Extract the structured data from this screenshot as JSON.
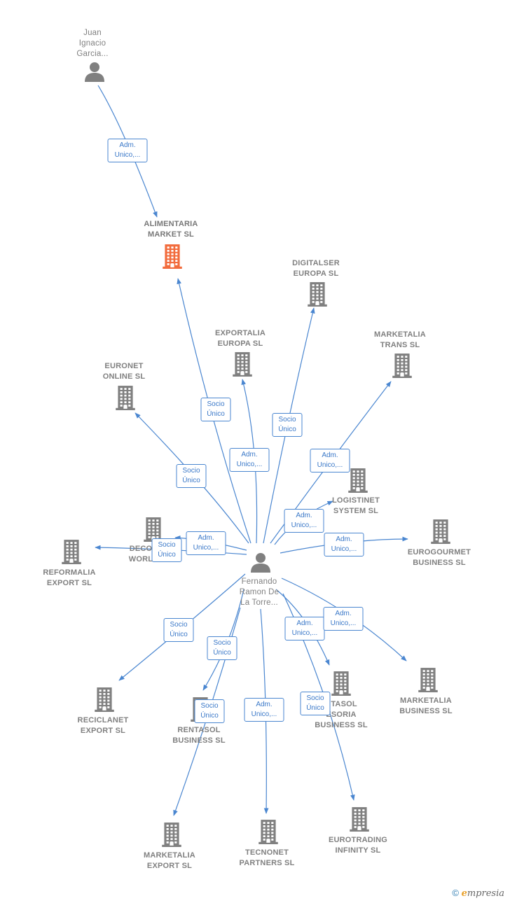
{
  "colors": {
    "edge": "#4a86d0",
    "company": "#808080",
    "highlight": "#f26c3d",
    "person": "#808080"
  },
  "nodes": {
    "juan": {
      "label": "Juan\nIgnacio\nGarcia...",
      "icon": "person-icon"
    },
    "fernando": {
      "label": "Fernando\nRamon De\nLa Torre...",
      "icon": "person-icon"
    },
    "alimentaria": {
      "label": "ALIMENTARIA\nMARKET  SL",
      "icon": "building-icon-highlight"
    },
    "digitalser": {
      "label": "DIGITALSER\nEUROPA  SL",
      "icon": "building-icon"
    },
    "exportalia": {
      "label": "EXPORTALIA\nEUROPA  SL",
      "icon": "building-icon"
    },
    "marketalia_trans": {
      "label": "MARKETALIA\nTRANS  SL",
      "icon": "building-icon"
    },
    "euronet": {
      "label": "EURONET\nONLINE  SL",
      "icon": "building-icon"
    },
    "logistinet": {
      "label": "LOGISTINET\nSYSTEM  SL",
      "icon": "building-icon"
    },
    "eurogourmet": {
      "label": "EUROGOURMET\nBUSINESS  SL",
      "icon": "building-icon"
    },
    "reformalia": {
      "label": "REFORMALIA\nEXPORT  SL",
      "icon": "building-icon"
    },
    "decoworld": {
      "label": "DECO\nWORL",
      "icon": "building-icon"
    },
    "reciclanet": {
      "label": "RECICLANET\nEXPORT  SL",
      "icon": "building-icon"
    },
    "rentasol_business": {
      "label": "RENTASOL\nBUSINESS  SL",
      "icon": "building-icon"
    },
    "rentasol_asesoria": {
      "label": "NTASOL\nESORIA\nBUSINESS  SL",
      "icon": "building-icon"
    },
    "marketalia_business": {
      "label": "MARKETALIA\nBUSINESS  SL",
      "icon": "building-icon"
    },
    "marketalia_export": {
      "label": "MARKETALIA\nEXPORT  SL",
      "icon": "building-icon"
    },
    "tecnonet": {
      "label": "TECNONET\nPARTNERS  SL",
      "icon": "building-icon"
    },
    "eurotrading": {
      "label": "EUROTRADING\nINFINITY  SL",
      "icon": "building-icon"
    }
  },
  "edges": [
    {
      "from": "juan",
      "to": "alimentaria",
      "label": "Adm.\nUnico,..."
    },
    {
      "from": "fernando",
      "to": "alimentaria",
      "label": "Socio\nÚnico"
    },
    {
      "from": "fernando",
      "to": "digitalser",
      "label": "Socio\nÚnico"
    },
    {
      "from": "fernando",
      "to": "exportalia",
      "label": "Adm.\nUnico,..."
    },
    {
      "from": "fernando",
      "to": "marketalia_trans",
      "label": "Adm.\nUnico,..."
    },
    {
      "from": "fernando",
      "to": "euronet",
      "label": "Socio\nÚnico"
    },
    {
      "from": "fernando",
      "to": "logistinet",
      "label": "Adm.\nUnico,..."
    },
    {
      "from": "fernando",
      "to": "eurogourmet",
      "label": "Adm.\nUnico,..."
    },
    {
      "from": "fernando",
      "to": "decoworld",
      "label": "Adm.\nUnico,..."
    },
    {
      "from": "fernando",
      "to": "reformalia",
      "label": "Socio\nÚnico"
    },
    {
      "from": "fernando",
      "to": "reciclanet",
      "label": "Socio\nÚnico"
    },
    {
      "from": "fernando",
      "to": "rentasol_business",
      "label": "Socio\nÚnico"
    },
    {
      "from": "fernando",
      "to": "rentasol_asesoria",
      "label": "Adm.\nUnico,..."
    },
    {
      "from": "fernando",
      "to": "marketalia_business",
      "label": "Adm.\nUnico,..."
    },
    {
      "from": "fernando",
      "to": "marketalia_export",
      "label": "Socio\nÚnico"
    },
    {
      "from": "fernando",
      "to": "tecnonet",
      "label": "Adm.\nUnico,..."
    },
    {
      "from": "fernando",
      "to": "eurotrading",
      "label": "Socio\nÚnico"
    }
  ],
  "credit": {
    "symbol": "©",
    "brand_initial": "e",
    "brand_rest": "mpresia"
  }
}
